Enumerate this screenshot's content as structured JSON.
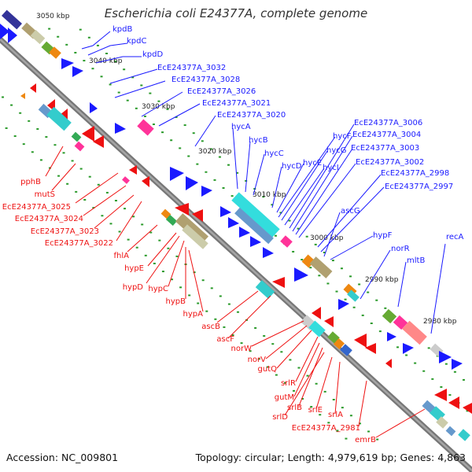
{
  "title": "Escherichia coli E24377A, complete genome",
  "footer": {
    "accession": "Accession: NC_009801",
    "summary": "Topology: circular; Length: 4,979,619 bp; Genes: 4,863"
  },
  "colors": {
    "forward": "#1a1aff",
    "reverse": "#ee1111",
    "backbone": "#808080",
    "tick": "#2a9a2a"
  },
  "kbp_ticks": [
    "3050 kbp",
    "3040 kbp",
    "3030 kbp",
    "3020 kbp",
    "3010 kbp",
    "3000 kbp",
    "2990 kbp",
    "2980 kbp"
  ],
  "forward_labels": [
    "kpdB",
    "kpdC",
    "kpdD",
    "EcE24377A_3032",
    "EcE24377A_3028",
    "EcE24377A_3026",
    "EcE24377A_3021",
    "EcE24377A_3020",
    "hycA",
    "hycB",
    "hycC",
    "hycD",
    "hycE",
    "hycF",
    "hycG",
    "hycI",
    "EcE24377A_3006",
    "EcE24377A_3004",
    "EcE24377A_3003",
    "EcE24377A_3002",
    "EcE24377A_2998",
    "EcE24377A_2997",
    "ascG",
    "hypF",
    "norR",
    "mltB",
    "recA"
  ],
  "reverse_labels": [
    "pphB",
    "mutS",
    "EcE24377A_3025",
    "EcE24377A_3024",
    "EcE24377A_3023",
    "EcE24377A_3022",
    "fhlA",
    "hypE",
    "hypD",
    "hypC",
    "hypB",
    "hypA",
    "ascB",
    "ascF",
    "norW",
    "norV",
    "gutQ",
    "srlR",
    "gutM",
    "srlB",
    "srlD",
    "srlE",
    "srlA",
    "EcE24377A_2981",
    "emrB"
  ]
}
